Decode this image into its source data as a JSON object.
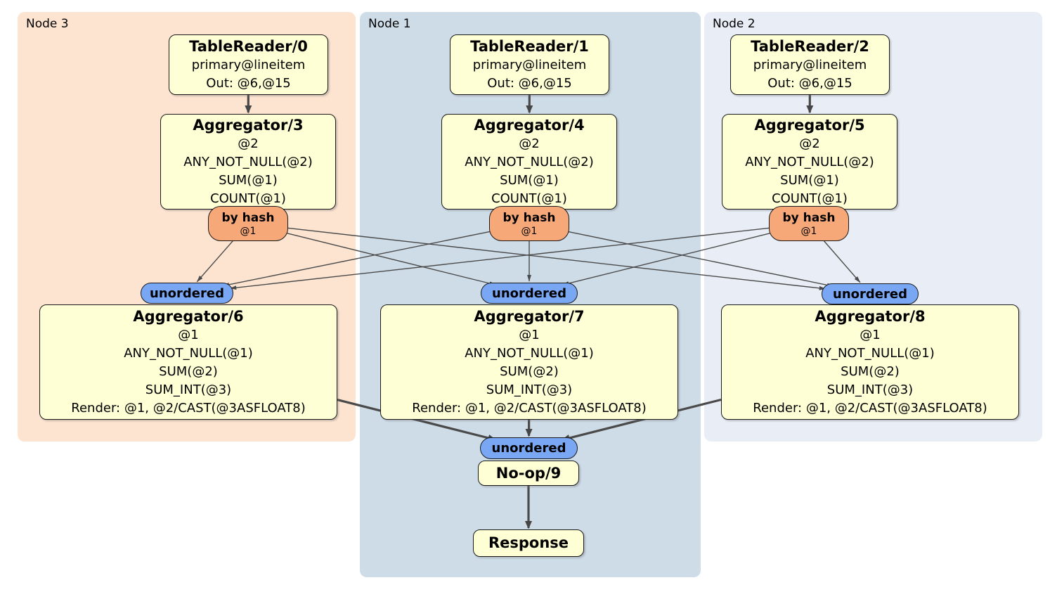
{
  "regions": [
    {
      "label": "Node 3"
    },
    {
      "label": "Node 1"
    },
    {
      "label": "Node 2"
    }
  ],
  "processors": {
    "tablereader0": {
      "title": "TableReader/0",
      "lines": [
        "primary@lineitem",
        "Out: @6,@15"
      ]
    },
    "tablereader1": {
      "title": "TableReader/1",
      "lines": [
        "primary@lineitem",
        "Out: @6,@15"
      ]
    },
    "tablereader2": {
      "title": "TableReader/2",
      "lines": [
        "primary@lineitem",
        "Out: @6,@15"
      ]
    },
    "aggregator3": {
      "title": "Aggregator/3",
      "lines": [
        "@2",
        "ANY_NOT_NULL(@2)",
        "SUM(@1)",
        "COUNT(@1)"
      ]
    },
    "aggregator4": {
      "title": "Aggregator/4",
      "lines": [
        "@2",
        "ANY_NOT_NULL(@2)",
        "SUM(@1)",
        "COUNT(@1)"
      ]
    },
    "aggregator5": {
      "title": "Aggregator/5",
      "lines": [
        "@2",
        "ANY_NOT_NULL(@2)",
        "SUM(@1)",
        "COUNT(@1)"
      ]
    },
    "aggregator6": {
      "title": "Aggregator/6",
      "lines": [
        "@1",
        "ANY_NOT_NULL(@1)",
        "SUM(@2)",
        "SUM_INT(@3)",
        "Render: @1, @2/CAST(@3ASFLOAT8)"
      ]
    },
    "aggregator7": {
      "title": "Aggregator/7",
      "lines": [
        "@1",
        "ANY_NOT_NULL(@1)",
        "SUM(@2)",
        "SUM_INT(@3)",
        "Render: @1, @2/CAST(@3ASFLOAT8)"
      ]
    },
    "aggregator8": {
      "title": "Aggregator/8",
      "lines": [
        "@1",
        "ANY_NOT_NULL(@1)",
        "SUM(@2)",
        "SUM_INT(@3)",
        "Render: @1, @2/CAST(@3ASFLOAT8)"
      ]
    },
    "noop9": {
      "title": "No-op/9"
    },
    "response": {
      "title": "Response"
    }
  },
  "routers": [
    {
      "label": "by hash",
      "detail": "@1"
    },
    {
      "label": "by hash",
      "detail": "@1"
    },
    {
      "label": "by hash",
      "detail": "@1"
    }
  ],
  "synchronizers": [
    {
      "label": "unordered"
    },
    {
      "label": "unordered"
    },
    {
      "label": "unordered"
    },
    {
      "label": "unordered"
    }
  ],
  "edges": [
    {
      "from": "tablereader0",
      "to": "aggregator3",
      "style": "thick"
    },
    {
      "from": "tablereader1",
      "to": "aggregator4",
      "style": "thick"
    },
    {
      "from": "tablereader2",
      "to": "aggregator5",
      "style": "thick"
    },
    {
      "from": "byhash0",
      "to": "unordered0",
      "style": "thin"
    },
    {
      "from": "byhash0",
      "to": "unordered1",
      "style": "thin"
    },
    {
      "from": "byhash0",
      "to": "unordered2",
      "style": "thin"
    },
    {
      "from": "byhash1",
      "to": "unordered0",
      "style": "thin"
    },
    {
      "from": "byhash1",
      "to": "unordered1",
      "style": "thin"
    },
    {
      "from": "byhash1",
      "to": "unordered2",
      "style": "thin"
    },
    {
      "from": "byhash2",
      "to": "unordered0",
      "style": "thin"
    },
    {
      "from": "byhash2",
      "to": "unordered1",
      "style": "thin"
    },
    {
      "from": "byhash2",
      "to": "unordered2",
      "style": "thin"
    },
    {
      "from": "aggregator6",
      "to": "unordered3",
      "style": "thick"
    },
    {
      "from": "aggregator7",
      "to": "unordered3",
      "style": "thick"
    },
    {
      "from": "aggregator8",
      "to": "unordered3",
      "style": "thick"
    },
    {
      "from": "noop9",
      "to": "response",
      "style": "thick"
    }
  ],
  "colors": {
    "node3_bg": "#fde4d0",
    "node1_bg": "#cedce8",
    "node2_bg": "#e9eef6",
    "processor_fill": "#ffffd6",
    "router_fill": "#f6a878",
    "sync_fill": "#79a7f3",
    "edge": "#4a4a4a"
  }
}
